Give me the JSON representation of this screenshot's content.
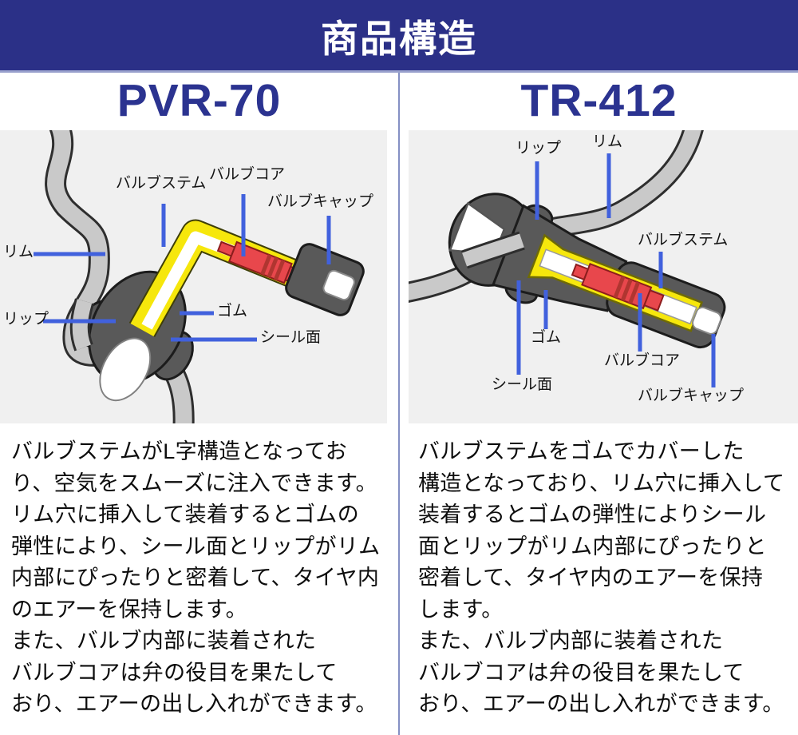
{
  "header": {
    "title": "商品構造"
  },
  "columns": [
    {
      "title": "PVR-70",
      "labels": [
        "バルブステム",
        "バルブコア",
        "バルブキャップ",
        "リム",
        "リップ",
        "ゴム",
        "シール面"
      ],
      "description": "バルブステムがL字構造となってお\nり、空気をスムーズに注入できます。\nリム穴に挿入して装着するとゴムの\n弾性により、シール面とリップがリム\n内部にぴったりと密着して、タイヤ内\nのエアーを保持します。\nまた、バルブ内部に装着された\nバルブコアは弁の役目を果たして\nおり、エアーの出し入れができます。"
    },
    {
      "title": "TR-412",
      "labels": [
        "リップ",
        "リム",
        "バルブステム",
        "ゴム",
        "バルブコア",
        "シール面",
        "バルブキャップ"
      ],
      "description": "バルブステムをゴムでカバーした\n構造となっており、リム穴に挿入して\n装着するとゴムの弾性によりシール\n面とリップがリム内部にぴったりと\n密着して、タイヤ内のエアーを保持\nします。\nまた、バルブ内部に装着された\nバルブコアは弁の役目を果たして\nおり、エアーの出し入れができます。"
    }
  ],
  "colors": {
    "header_bg": "#2b3087",
    "header_underline": "#99a1cd",
    "title_text": "#2b3390",
    "divider": "#8590c4",
    "leader_line": "#4161dd",
    "diagram_bg": "#f0f0f0",
    "rubber_dark": "#595959",
    "rubber_yellow": "#f6e70c",
    "valve_core_red": "#e8474c",
    "rim_gray": "#c9c9c9"
  }
}
